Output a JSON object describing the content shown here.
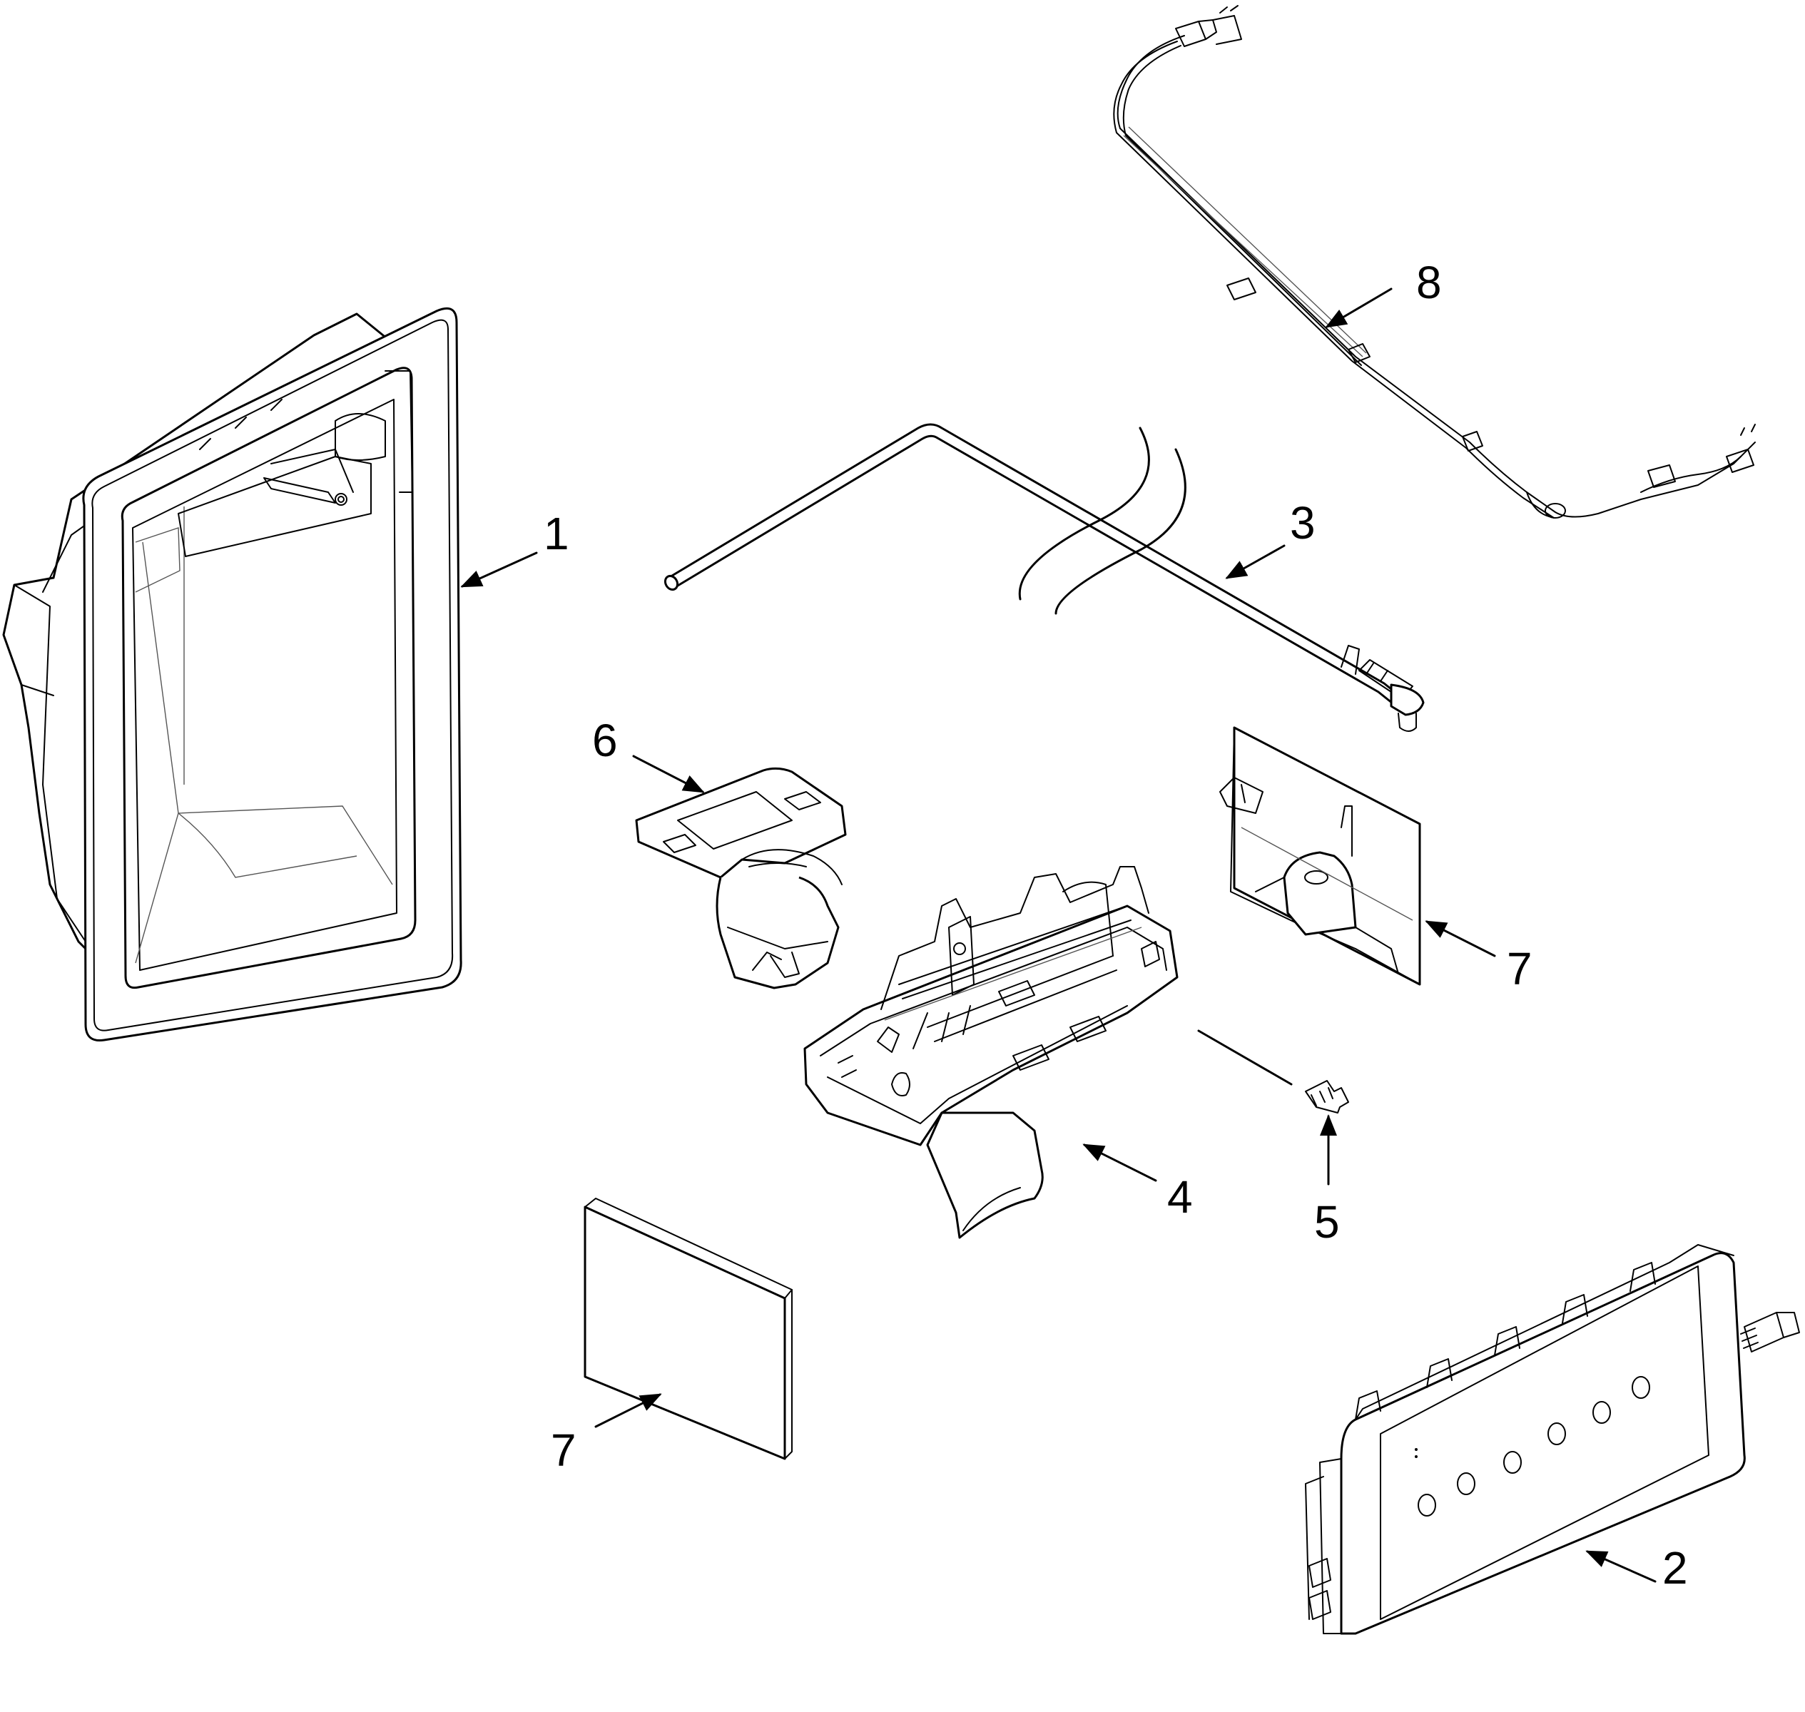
{
  "diagram": {
    "callouts": [
      {
        "id": "c1",
        "label": "1"
      },
      {
        "id": "c2",
        "label": "2"
      },
      {
        "id": "c3",
        "label": "3"
      },
      {
        "id": "c4",
        "label": "4"
      },
      {
        "id": "c5",
        "label": "5"
      },
      {
        "id": "c6",
        "label": "6"
      },
      {
        "id": "c7a",
        "label": "7"
      },
      {
        "id": "c7b",
        "label": "7"
      },
      {
        "id": "c8",
        "label": "8"
      }
    ]
  }
}
